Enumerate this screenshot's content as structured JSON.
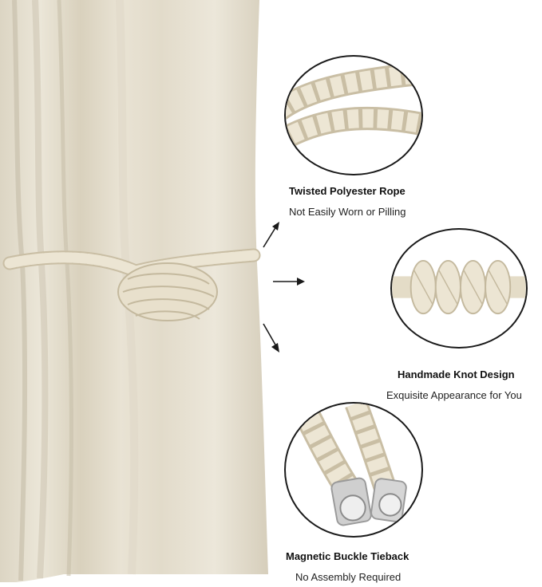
{
  "features": [
    {
      "title": "Twisted Polyester Rope",
      "subtitle": "Not Easily Worn or Pilling",
      "image_icon": "twisted-rope-closeup"
    },
    {
      "title": "Handmade Knot Design",
      "subtitle": "Exquisite Appearance for You",
      "image_icon": "knot-closeup"
    },
    {
      "title": "Magnetic Buckle Tieback",
      "subtitle": "No Assembly Required",
      "image_icon": "magnetic-buckle-closeup"
    }
  ],
  "colors": {
    "curtain": "#e6e0d2",
    "curtain_shadow": "#cfc7b4",
    "rope": "#ece5d3",
    "rope_shadow": "#c9bea4",
    "metal": "#c8c8c8",
    "border": "#1a1a1a",
    "arrow": "#1a1a1a"
  }
}
